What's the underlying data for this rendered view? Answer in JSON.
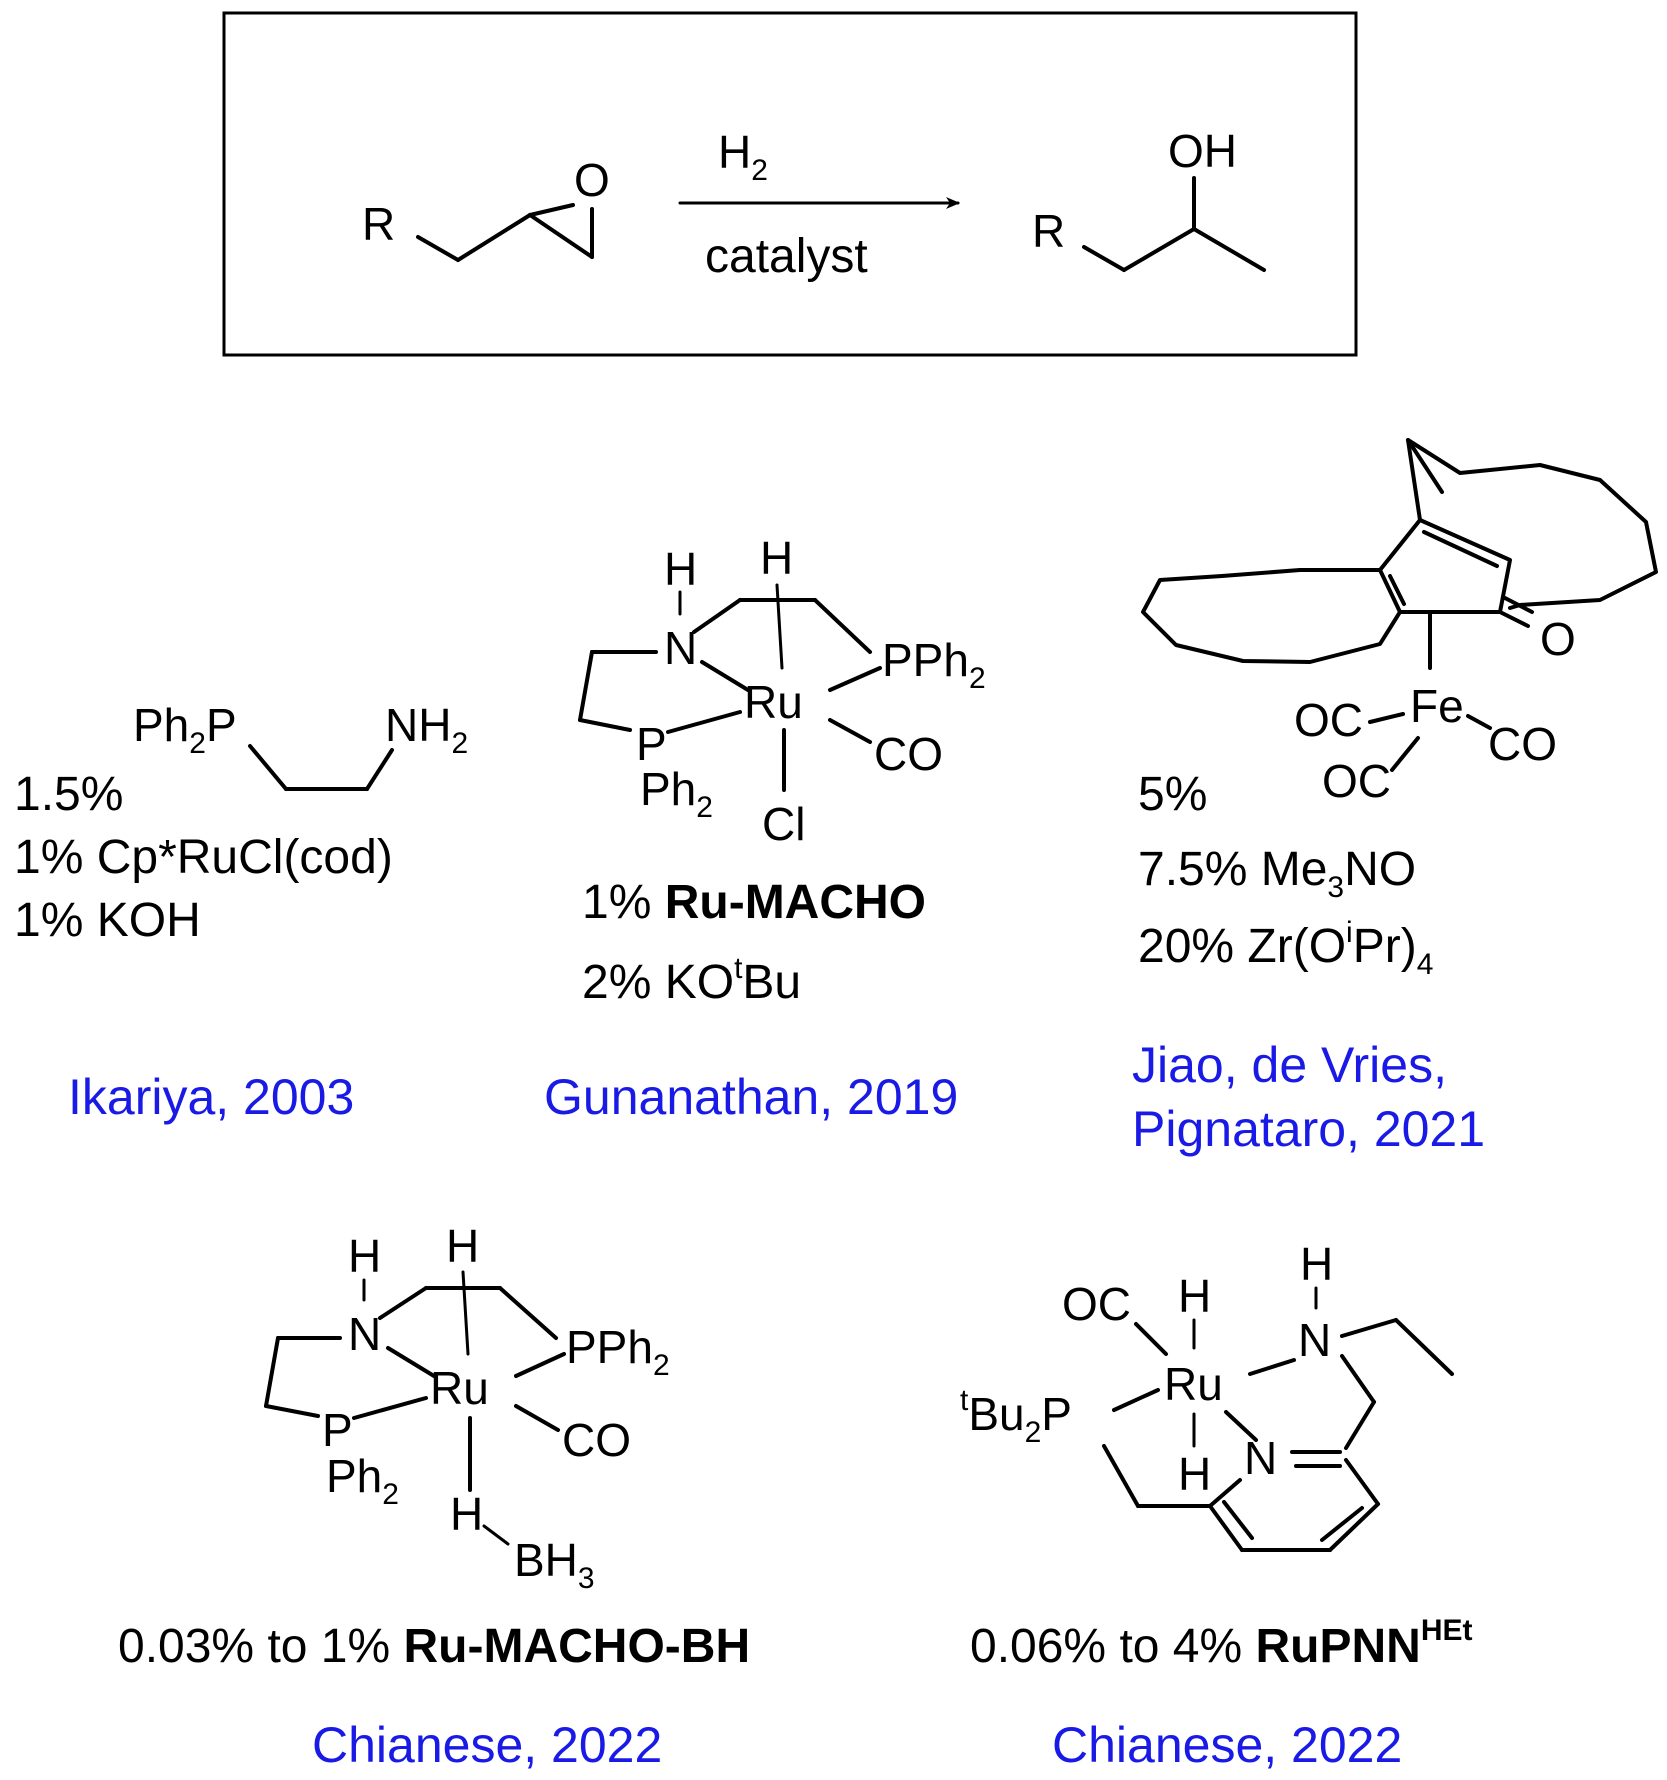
{
  "reaction": {
    "reagent": "H2",
    "reagent_main": "H",
    "reagent_sub": "2",
    "below_arrow": "catalyst",
    "epoxide_r": "R",
    "epoxide_o": "O",
    "product_r": "R",
    "product_oh": "OH"
  },
  "colors": {
    "reference": "#1a1ae6",
    "ink": "#000000"
  },
  "ikariya": {
    "ligand_ph2p": "Ph",
    "ligand_ph2p_sub": "2",
    "ligand_p": "P",
    "ligand_nh2": "NH",
    "ligand_nh2_sub": "2",
    "cond1": "1.5%",
    "cond2": "1% Cp*RuCl(cod)",
    "cond3": "1% KOH",
    "ref": "Ikariya, 2003"
  },
  "macho": {
    "h_n": "H",
    "h_c": "H",
    "n": "N",
    "pph2": "PPh",
    "pph2_sub": "2",
    "ru": "Ru",
    "p": "P",
    "ph2": "Ph",
    "ph2_sub": "2",
    "co": "CO",
    "cl": "Cl",
    "cond1_pre": "1% ",
    "cond1_name": "Ru-MACHO",
    "cond2_pre": "2% KO",
    "cond2_sup": "t",
    "cond2_post": "Bu",
    "ref": "Gunanathan, 2019"
  },
  "iron": {
    "o": "O",
    "fe": "Fe",
    "oc1": "OC",
    "oc2": "OC",
    "co": "CO",
    "cond1": "5%",
    "cond2_pre": "7.5% Me",
    "cond2_sub": "3",
    "cond2_post": "NO",
    "cond3_pre": "20% Zr(O",
    "cond3_sup": "i",
    "cond3_mid": "Pr)",
    "cond3_sub": "4",
    "ref_line1": "Jiao, de Vries,",
    "ref_line2": "Pignataro, 2021"
  },
  "machobh": {
    "h_n": "H",
    "h_c": "H",
    "n": "N",
    "pph2": "PPh",
    "pph2_sub": "2",
    "ru": "Ru",
    "p": "P",
    "ph2": "Ph",
    "ph2_sub": "2",
    "co": "CO",
    "h_b": "H",
    "bh3": "BH",
    "bh3_sub": "3",
    "cond_pre": "0.03% to 1% ",
    "cond_name": "Ru-MACHO-BH",
    "ref": "Chianese, 2022"
  },
  "rupnn": {
    "oc": "OC",
    "h_top": "H",
    "h_n": "H",
    "ru": "Ru",
    "n_amine": "N",
    "n_py": "N",
    "h_bottom": "H",
    "tbu_sup": "t",
    "tbu": "Bu",
    "tbu_sub": "2",
    "p": "P",
    "cond_pre": "0.06% to 4% ",
    "cond_name": "RuPNN",
    "cond_sup": "HEt",
    "ref": "Chianese, 2022"
  }
}
